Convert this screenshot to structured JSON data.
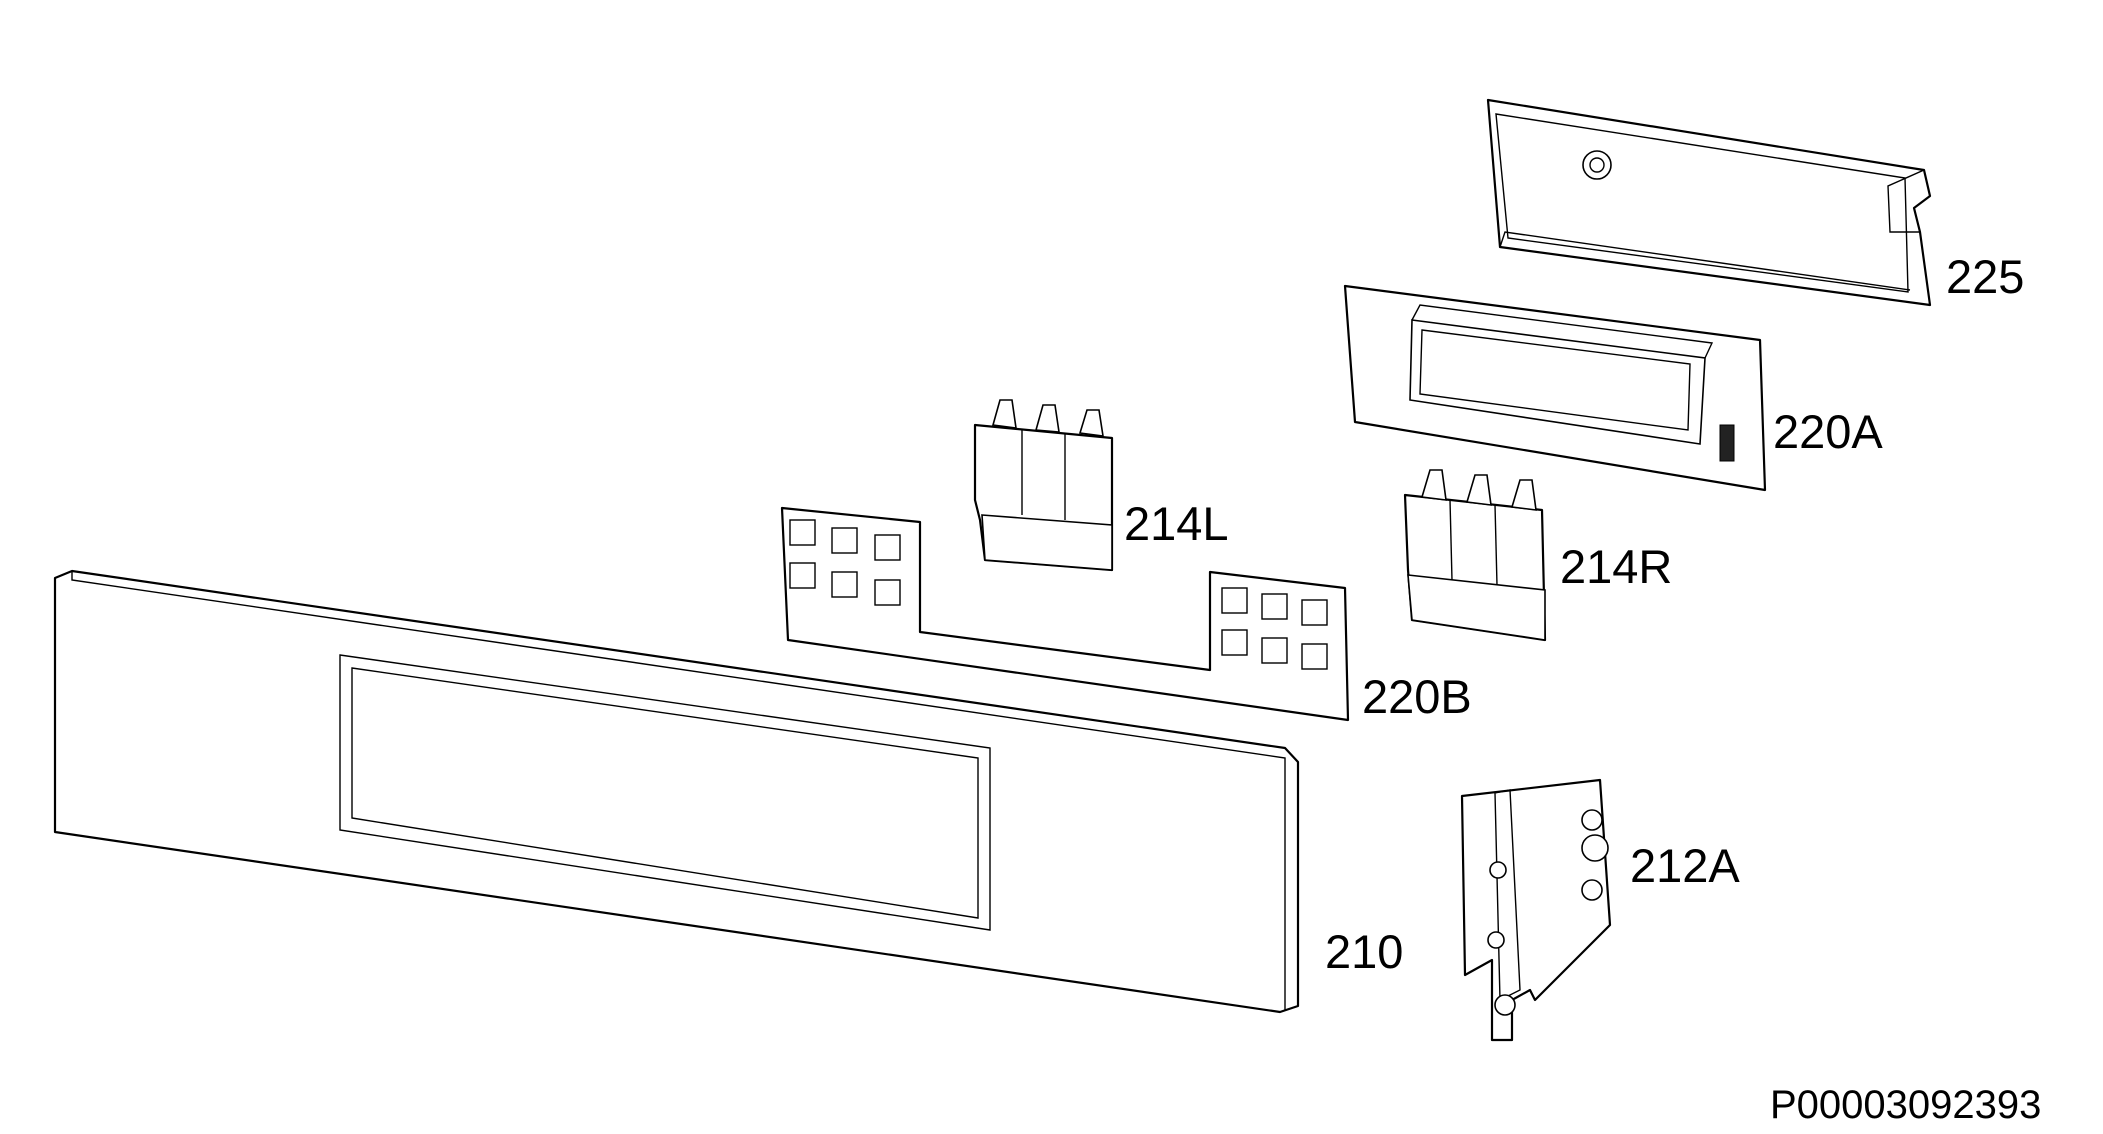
{
  "diagram": {
    "labels": {
      "p225": "225",
      "p220A": "220A",
      "p214L": "214L",
      "p214R": "214R",
      "p220B": "220B",
      "p212A": "212A",
      "p210": "210"
    },
    "document_id": "P00003092393"
  }
}
